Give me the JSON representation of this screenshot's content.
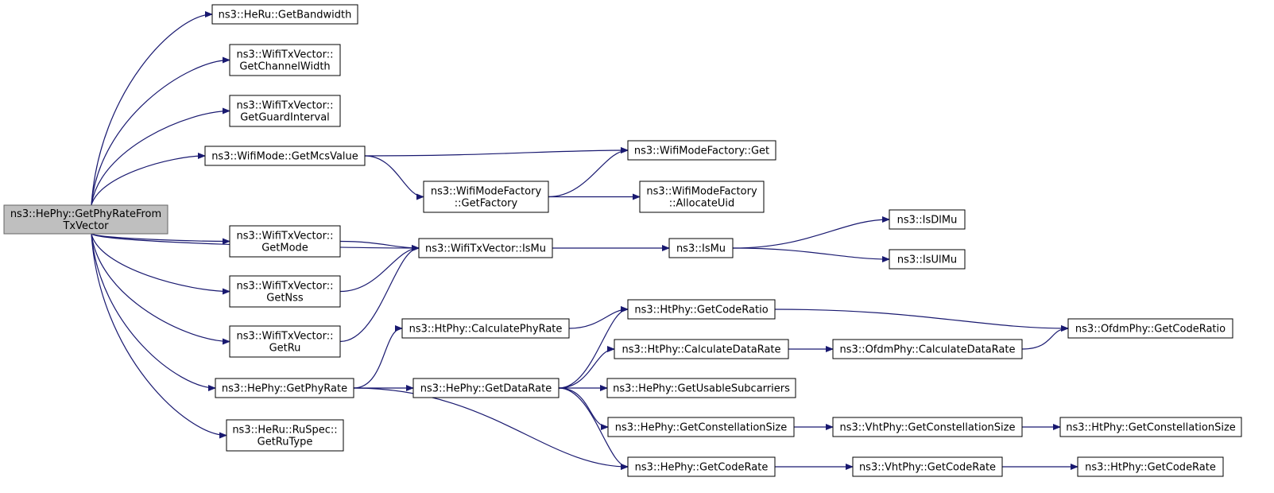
{
  "graph": {
    "edge_color": "#191970",
    "root_fill": "#bfbfbf",
    "nodes": [
      {
        "id": "root",
        "lines": [
          "ns3::HePhy::GetPhyRateFrom",
          "TxVector"
        ]
      },
      {
        "id": "heru_bw",
        "lines": [
          "ns3::HeRu::GetBandwidth"
        ]
      },
      {
        "id": "txv_cw",
        "lines": [
          "ns3::WifiTxVector::",
          "GetChannelWidth"
        ]
      },
      {
        "id": "txv_gi",
        "lines": [
          "ns3::WifiTxVector::",
          "GetGuardInterval"
        ]
      },
      {
        "id": "mode_mcs",
        "lines": [
          "ns3::WifiMode::GetMcsValue"
        ]
      },
      {
        "id": "txv_mode",
        "lines": [
          "ns3::WifiTxVector::",
          "GetMode"
        ]
      },
      {
        "id": "txv_nss",
        "lines": [
          "ns3::WifiTxVector::",
          "GetNss"
        ]
      },
      {
        "id": "txv_ru",
        "lines": [
          "ns3::WifiTxVector::",
          "GetRu"
        ]
      },
      {
        "id": "he_phyrate",
        "lines": [
          "ns3::HePhy::GetPhyRate"
        ]
      },
      {
        "id": "ruspec",
        "lines": [
          "ns3::HeRu::RuSpec::",
          "GetRuType"
        ]
      },
      {
        "id": "mf_get",
        "lines": [
          "ns3::WifiModeFactory::Get"
        ]
      },
      {
        "id": "mf_factory",
        "lines": [
          "ns3::WifiModeFactory",
          "::GetFactory"
        ]
      },
      {
        "id": "mf_alloc",
        "lines": [
          "ns3::WifiModeFactory",
          "::AllocateUid"
        ]
      },
      {
        "id": "txv_ismu",
        "lines": [
          "ns3::WifiTxVector::IsMu"
        ]
      },
      {
        "id": "ismu",
        "lines": [
          "ns3::IsMu"
        ]
      },
      {
        "id": "isdlmu",
        "lines": [
          "ns3::IsDlMu"
        ]
      },
      {
        "id": "isulmu",
        "lines": [
          "ns3::IsUlMu"
        ]
      },
      {
        "id": "ht_calcphy",
        "lines": [
          "ns3::HtPhy::CalculatePhyRate"
        ]
      },
      {
        "id": "ht_coderatio",
        "lines": [
          "ns3::HtPhy::GetCodeRatio"
        ]
      },
      {
        "id": "ofdm_coderatio",
        "lines": [
          "ns3::OfdmPhy::GetCodeRatio"
        ]
      },
      {
        "id": "ht_calcdata",
        "lines": [
          "ns3::HtPhy::CalculateDataRate"
        ]
      },
      {
        "id": "ofdm_calcdata",
        "lines": [
          "ns3::OfdmPhy::CalculateDataRate"
        ]
      },
      {
        "id": "he_datarate",
        "lines": [
          "ns3::HePhy::GetDataRate"
        ]
      },
      {
        "id": "he_usable",
        "lines": [
          "ns3::HePhy::GetUsableSubcarriers"
        ]
      },
      {
        "id": "he_const",
        "lines": [
          "ns3::HePhy::GetConstellationSize"
        ]
      },
      {
        "id": "vht_const",
        "lines": [
          "ns3::VhtPhy::GetConstellationSize"
        ]
      },
      {
        "id": "ht_const",
        "lines": [
          "ns3::HtPhy::GetConstellationSize"
        ]
      },
      {
        "id": "he_coderate",
        "lines": [
          "ns3::HePhy::GetCodeRate"
        ]
      },
      {
        "id": "vht_coderate",
        "lines": [
          "ns3::VhtPhy::GetCodeRate"
        ]
      },
      {
        "id": "ht_coderate",
        "lines": [
          "ns3::HtPhy::GetCodeRate"
        ]
      }
    ],
    "edges": [
      [
        "root",
        "heru_bw"
      ],
      [
        "root",
        "txv_cw"
      ],
      [
        "root",
        "txv_gi"
      ],
      [
        "root",
        "mode_mcs"
      ],
      [
        "root",
        "txv_ismu"
      ],
      [
        "root",
        "txv_mode"
      ],
      [
        "root",
        "txv_nss"
      ],
      [
        "root",
        "txv_ru"
      ],
      [
        "root",
        "he_phyrate"
      ],
      [
        "root",
        "ruspec"
      ],
      [
        "mode_mcs",
        "mf_get"
      ],
      [
        "mode_mcs",
        "mf_factory"
      ],
      [
        "mf_factory",
        "mf_get"
      ],
      [
        "mf_factory",
        "mf_alloc"
      ],
      [
        "txv_mode",
        "txv_ismu"
      ],
      [
        "txv_nss",
        "txv_ismu"
      ],
      [
        "txv_ru",
        "txv_ismu"
      ],
      [
        "txv_ismu",
        "ismu"
      ],
      [
        "ismu",
        "isdlmu"
      ],
      [
        "ismu",
        "isulmu"
      ],
      [
        "he_phyrate",
        "ht_calcphy"
      ],
      [
        "he_phyrate",
        "he_datarate"
      ],
      [
        "he_phyrate",
        "he_coderate"
      ],
      [
        "ht_calcphy",
        "ht_coderatio"
      ],
      [
        "ht_coderatio",
        "ofdm_coderatio"
      ],
      [
        "he_datarate",
        "ht_coderatio"
      ],
      [
        "he_datarate",
        "ht_calcdata"
      ],
      [
        "he_datarate",
        "he_usable"
      ],
      [
        "he_datarate",
        "he_const"
      ],
      [
        "he_datarate",
        "he_coderate"
      ],
      [
        "ht_calcdata",
        "ofdm_calcdata"
      ],
      [
        "ofdm_calcdata",
        "ofdm_coderatio"
      ],
      [
        "he_const",
        "vht_const"
      ],
      [
        "vht_const",
        "ht_const"
      ],
      [
        "he_coderate",
        "vht_coderate"
      ],
      [
        "vht_coderate",
        "ht_coderate"
      ]
    ]
  }
}
